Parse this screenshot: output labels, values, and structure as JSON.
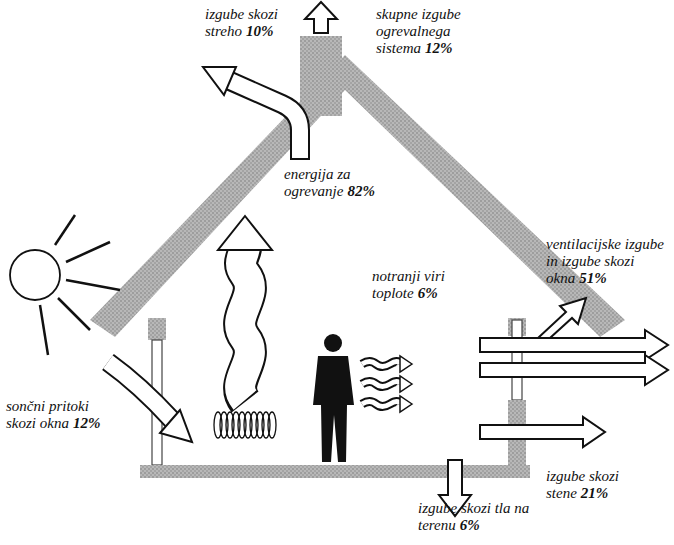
{
  "diagram": {
    "labels": [
      "izgube skozi streho",
      "10%",
      "skupne izgube ogrevalnega sistema",
      "12%",
      "energija za ogrevanje",
      "82%",
      "notranji viri toplote",
      "6%",
      "ventilacijske izgube in izgube skozi okna",
      "51%",
      "sončni pritoki skozi okna",
      "12%",
      "izgube skozi tla na terenu",
      "6%",
      "izgube skozi stene",
      "21%"
    ]
  }
}
